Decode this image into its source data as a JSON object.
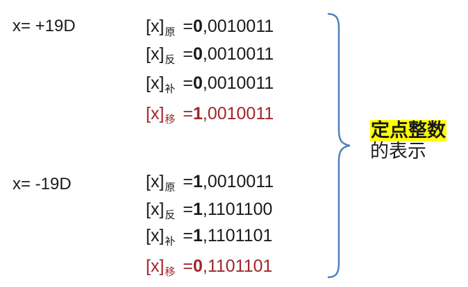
{
  "positive": {
    "label": "x= +19D",
    "rows": [
      {
        "prefix": "[x]",
        "sub": "原",
        "eq": " =",
        "sign": "0",
        "rest": ",0010011",
        "red": false
      },
      {
        "prefix": "[x]",
        "sub": "反",
        "eq": " =",
        "sign": "0",
        "rest": ",0010011",
        "red": false
      },
      {
        "prefix": "[x]",
        "sub": "补",
        "eq": " =",
        "sign": "0",
        "rest": ",0010011",
        "red": false
      },
      {
        "prefix": "[x]",
        "sub": "移",
        "eq": " =",
        "sign": "1",
        "rest": ",0010011",
        "red": true
      }
    ]
  },
  "negative": {
    "label": "x= -19D",
    "rows": [
      {
        "prefix": "[x]",
        "sub": "原",
        "eq": " =",
        "sign": "1",
        "rest": ",0010011",
        "red": false
      },
      {
        "prefix": "[x]",
        "sub": "反",
        "eq": " =",
        "sign": "1",
        "rest": ",1101100",
        "red": false
      },
      {
        "prefix": "[x]",
        "sub": "补",
        "eq": " =",
        "sign": "1",
        "rest": ",1101101",
        "red": false
      },
      {
        "prefix": "[x]",
        "sub": "移",
        "eq": " =",
        "sign": "0",
        "rest": ",1101101",
        "red": true
      }
    ]
  },
  "caption": {
    "highlight": "定点整数",
    "line2": "的表示"
  },
  "colors": {
    "text": "#1a1a1a",
    "red": "#a0262a",
    "brace": "#4f81bd",
    "highlight": "#ffff00"
  }
}
